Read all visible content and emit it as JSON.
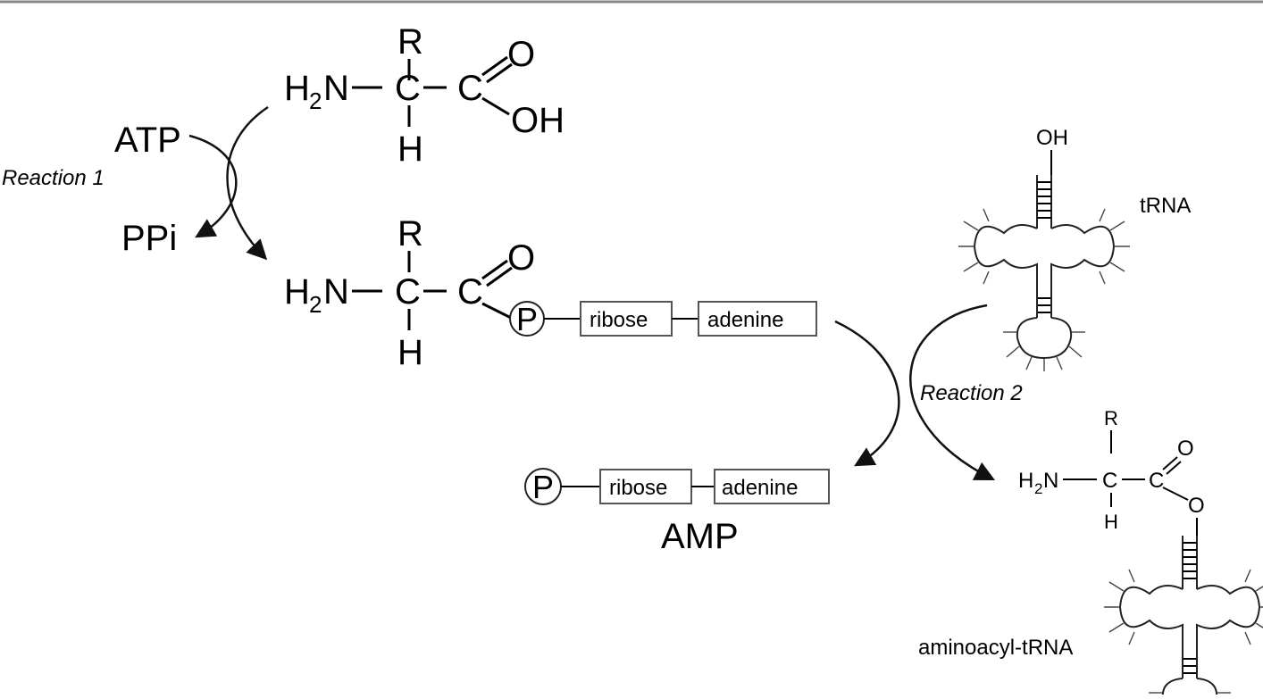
{
  "reaction1": {
    "label": "Reaction 1",
    "atp": "ATP",
    "ppi": "PPi"
  },
  "reaction2": {
    "label": "Reaction 2"
  },
  "amino_acid": {
    "r": "R",
    "h2n_h": "H",
    "h2n_sub": "2",
    "h2n_n": "N",
    "c": "C",
    "h": "H",
    "o": "O",
    "oh": "OH"
  },
  "aminoacyl_amp": {
    "r": "R",
    "h2n_h": "H",
    "h2n_sub": "2",
    "h2n_n": "N",
    "c": "C",
    "h": "H",
    "o": "O",
    "p": "P",
    "ribose": "ribose",
    "adenine": "adenine"
  },
  "amp": {
    "p": "P",
    "ribose": "ribose",
    "adenine": "adenine",
    "label": "AMP"
  },
  "trna": {
    "oh": "OH",
    "label": "tRNA"
  },
  "aminoacyl_trna": {
    "r": "R",
    "h2n_h": "H",
    "h2n_sub": "2",
    "h2n_n": "N",
    "c": "C",
    "h": "H",
    "o_double": "O",
    "o_ester": "O",
    "label": "aminoacyl-tRNA"
  },
  "colors": {
    "line": "#000000",
    "box_stroke": "#555555",
    "border": "#888888"
  }
}
